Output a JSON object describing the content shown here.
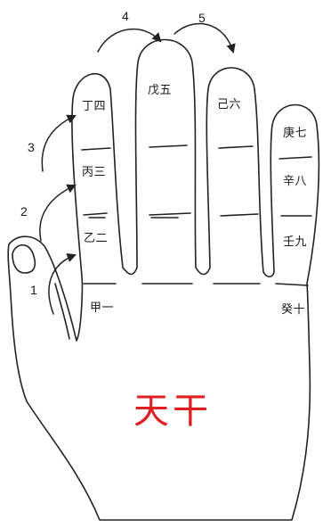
{
  "title": "天干",
  "colors": {
    "title": "#e02020",
    "outline": "#222222"
  },
  "stems": {
    "jia": "甲一",
    "yi": "乙二",
    "bing": "丙三",
    "ding": "丁四",
    "wu": "戊五",
    "ji": "己六",
    "geng": "庚七",
    "xin": "辛八",
    "ren": "壬九",
    "gui": "癸十"
  },
  "arrows": [
    "1",
    "2",
    "3",
    "4",
    "5"
  ]
}
